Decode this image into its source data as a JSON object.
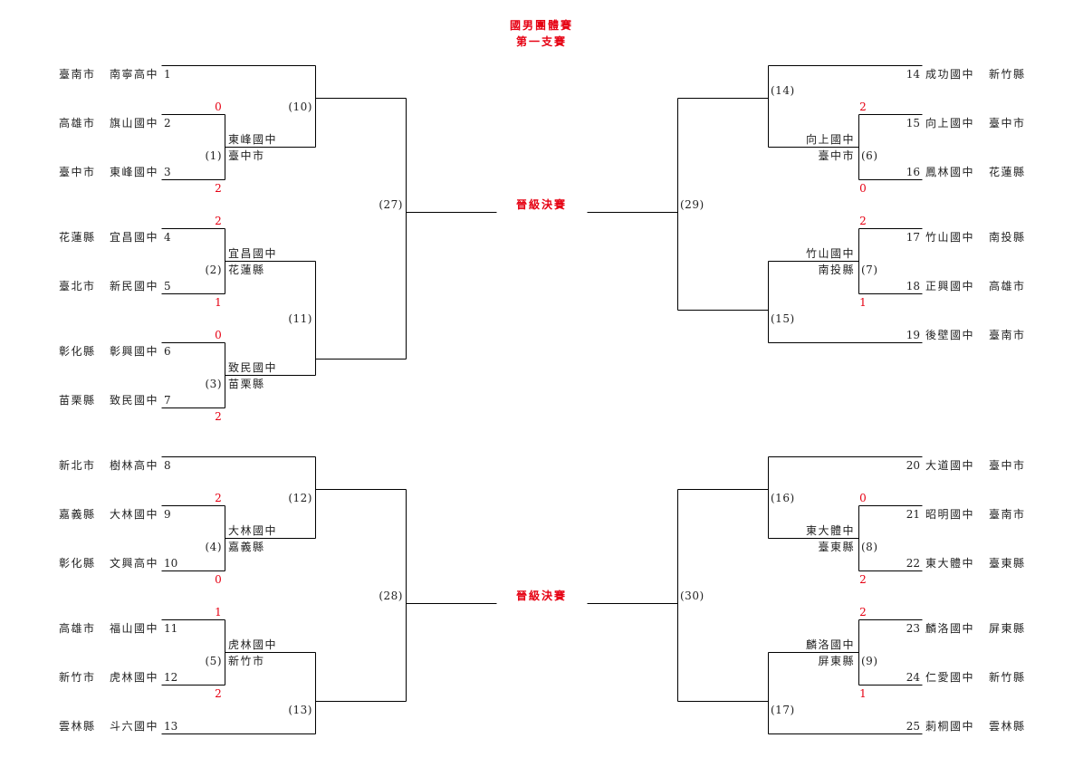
{
  "title": "國男團體賽",
  "subtitle": "第一支賽",
  "advance_labels": [
    "晉級決賽",
    "晉級決賽"
  ],
  "colors": {
    "accent": "#e60012",
    "lines": "#000000",
    "text": "#222222"
  },
  "teams": [
    {
      "no": "1",
      "school": "南寧高中",
      "city": "臺南市"
    },
    {
      "no": "2",
      "school": "旗山國中",
      "city": "高雄市"
    },
    {
      "no": "3",
      "school": "東峰國中",
      "city": "臺中市"
    },
    {
      "no": "4",
      "school": "宜昌國中",
      "city": "花蓮縣"
    },
    {
      "no": "5",
      "school": "新民國中",
      "city": "臺北市"
    },
    {
      "no": "6",
      "school": "彰興國中",
      "city": "彰化縣"
    },
    {
      "no": "7",
      "school": "致民國中",
      "city": "苗栗縣"
    },
    {
      "no": "8",
      "school": "樹林高中",
      "city": "新北市"
    },
    {
      "no": "9",
      "school": "大林國中",
      "city": "嘉義縣"
    },
    {
      "no": "10",
      "school": "文興高中",
      "city": "彰化縣"
    },
    {
      "no": "11",
      "school": "福山國中",
      "city": "高雄市"
    },
    {
      "no": "12",
      "school": "虎林國中",
      "city": "新竹市"
    },
    {
      "no": "13",
      "school": "斗六國中",
      "city": "雲林縣"
    },
    {
      "no": "14",
      "school": "成功國中",
      "city": "新竹縣"
    },
    {
      "no": "15",
      "school": "向上國中",
      "city": "臺中市"
    },
    {
      "no": "16",
      "school": "鳳林國中",
      "city": "花蓮縣"
    },
    {
      "no": "17",
      "school": "竹山國中",
      "city": "南投縣"
    },
    {
      "no": "18",
      "school": "正興國中",
      "city": "高雄市"
    },
    {
      "no": "19",
      "school": "後壁國中",
      "city": "臺南市"
    },
    {
      "no": "20",
      "school": "大道國中",
      "city": "臺中市"
    },
    {
      "no": "21",
      "school": "昭明國中",
      "city": "臺南市"
    },
    {
      "no": "22",
      "school": "東大體中",
      "city": "臺東縣"
    },
    {
      "no": "23",
      "school": "麟洛國中",
      "city": "屏東縣"
    },
    {
      "no": "24",
      "school": "仁愛國中",
      "city": "新竹縣"
    },
    {
      "no": "25",
      "school": "莿桐國中",
      "city": "雲林縣"
    }
  ],
  "matches": [
    {
      "label": "(1)",
      "winner_school": "東峰國中",
      "winner_city": "臺中市",
      "score_top": "0",
      "score_bottom": "2"
    },
    {
      "label": "(2)",
      "winner_school": "宜昌國中",
      "winner_city": "花蓮縣",
      "score_top": "2",
      "score_bottom": "1"
    },
    {
      "label": "(3)",
      "winner_school": "致民國中",
      "winner_city": "苗栗縣",
      "score_top": "0",
      "score_bottom": "2"
    },
    {
      "label": "(4)",
      "winner_school": "大林國中",
      "winner_city": "嘉義縣",
      "score_top": "2",
      "score_bottom": "0"
    },
    {
      "label": "(5)",
      "winner_school": "虎林國中",
      "winner_city": "新竹市",
      "score_top": "1",
      "score_bottom": "2"
    },
    {
      "label": "(6)",
      "winner_school": "向上國中",
      "winner_city": "臺中市",
      "score_top": "2",
      "score_bottom": "0"
    },
    {
      "label": "(7)",
      "winner_school": "竹山國中",
      "winner_city": "南投縣",
      "score_top": "2",
      "score_bottom": "1"
    },
    {
      "label": "(8)",
      "winner_school": "東大體中",
      "winner_city": "臺東縣",
      "score_top": "0",
      "score_bottom": "2"
    },
    {
      "label": "(9)",
      "winner_school": "麟洛國中",
      "winner_city": "屏東縣",
      "score_top": "2",
      "score_bottom": "1"
    }
  ],
  "rounds": {
    "m10": "(10)",
    "m11": "(11)",
    "m12": "(12)",
    "m13": "(13)",
    "m14": "(14)",
    "m15": "(15)",
    "m16": "(16)",
    "m17": "(17)",
    "m27": "(27)",
    "m28": "(28)",
    "m29": "(29)",
    "m30": "(30)"
  }
}
